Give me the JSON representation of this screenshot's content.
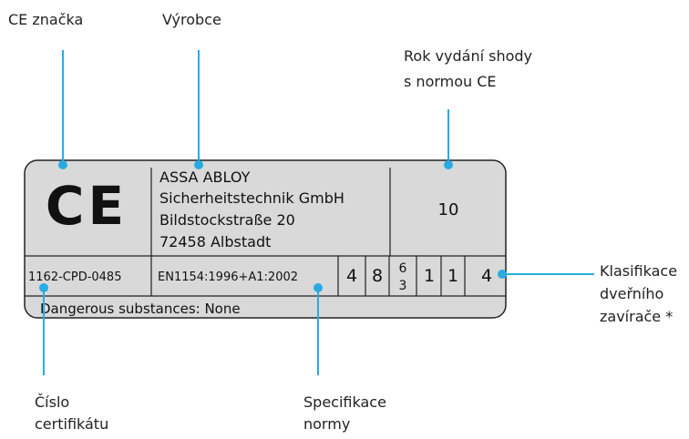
{
  "callouts": {
    "ce_mark": "CE  značka",
    "manufacturer": "Výrobce",
    "year_line1": "Rok vydání shody",
    "year_line2": "s normou CE",
    "classification_line1": "Klasifikace",
    "classification_line2": "dveřního",
    "classification_line3": "zavírače *",
    "certificate_line1": "Číslo",
    "certificate_line2": "certifikátu",
    "spec_line1": "Specifikace",
    "spec_line2": "normy"
  },
  "plate": {
    "ce_symbol": "CE",
    "manufacturer_lines": [
      "ASSA ABLOY",
      "Sicherheitstechnik GmbH",
      "Bildstockstraße 20",
      "72458 Albstadt"
    ],
    "year": "10",
    "certificate_number": "1162-CPD-0485",
    "standard": "EN1154:1996+A1:2002",
    "classification": [
      "4",
      "8",
      "6",
      "3",
      "1",
      "1",
      "4"
    ],
    "substances": "Dangerous substances: None"
  },
  "colors": {
    "leader": "#29abe2",
    "plate_fill": "#d9d9d9",
    "outline": "#222222"
  }
}
